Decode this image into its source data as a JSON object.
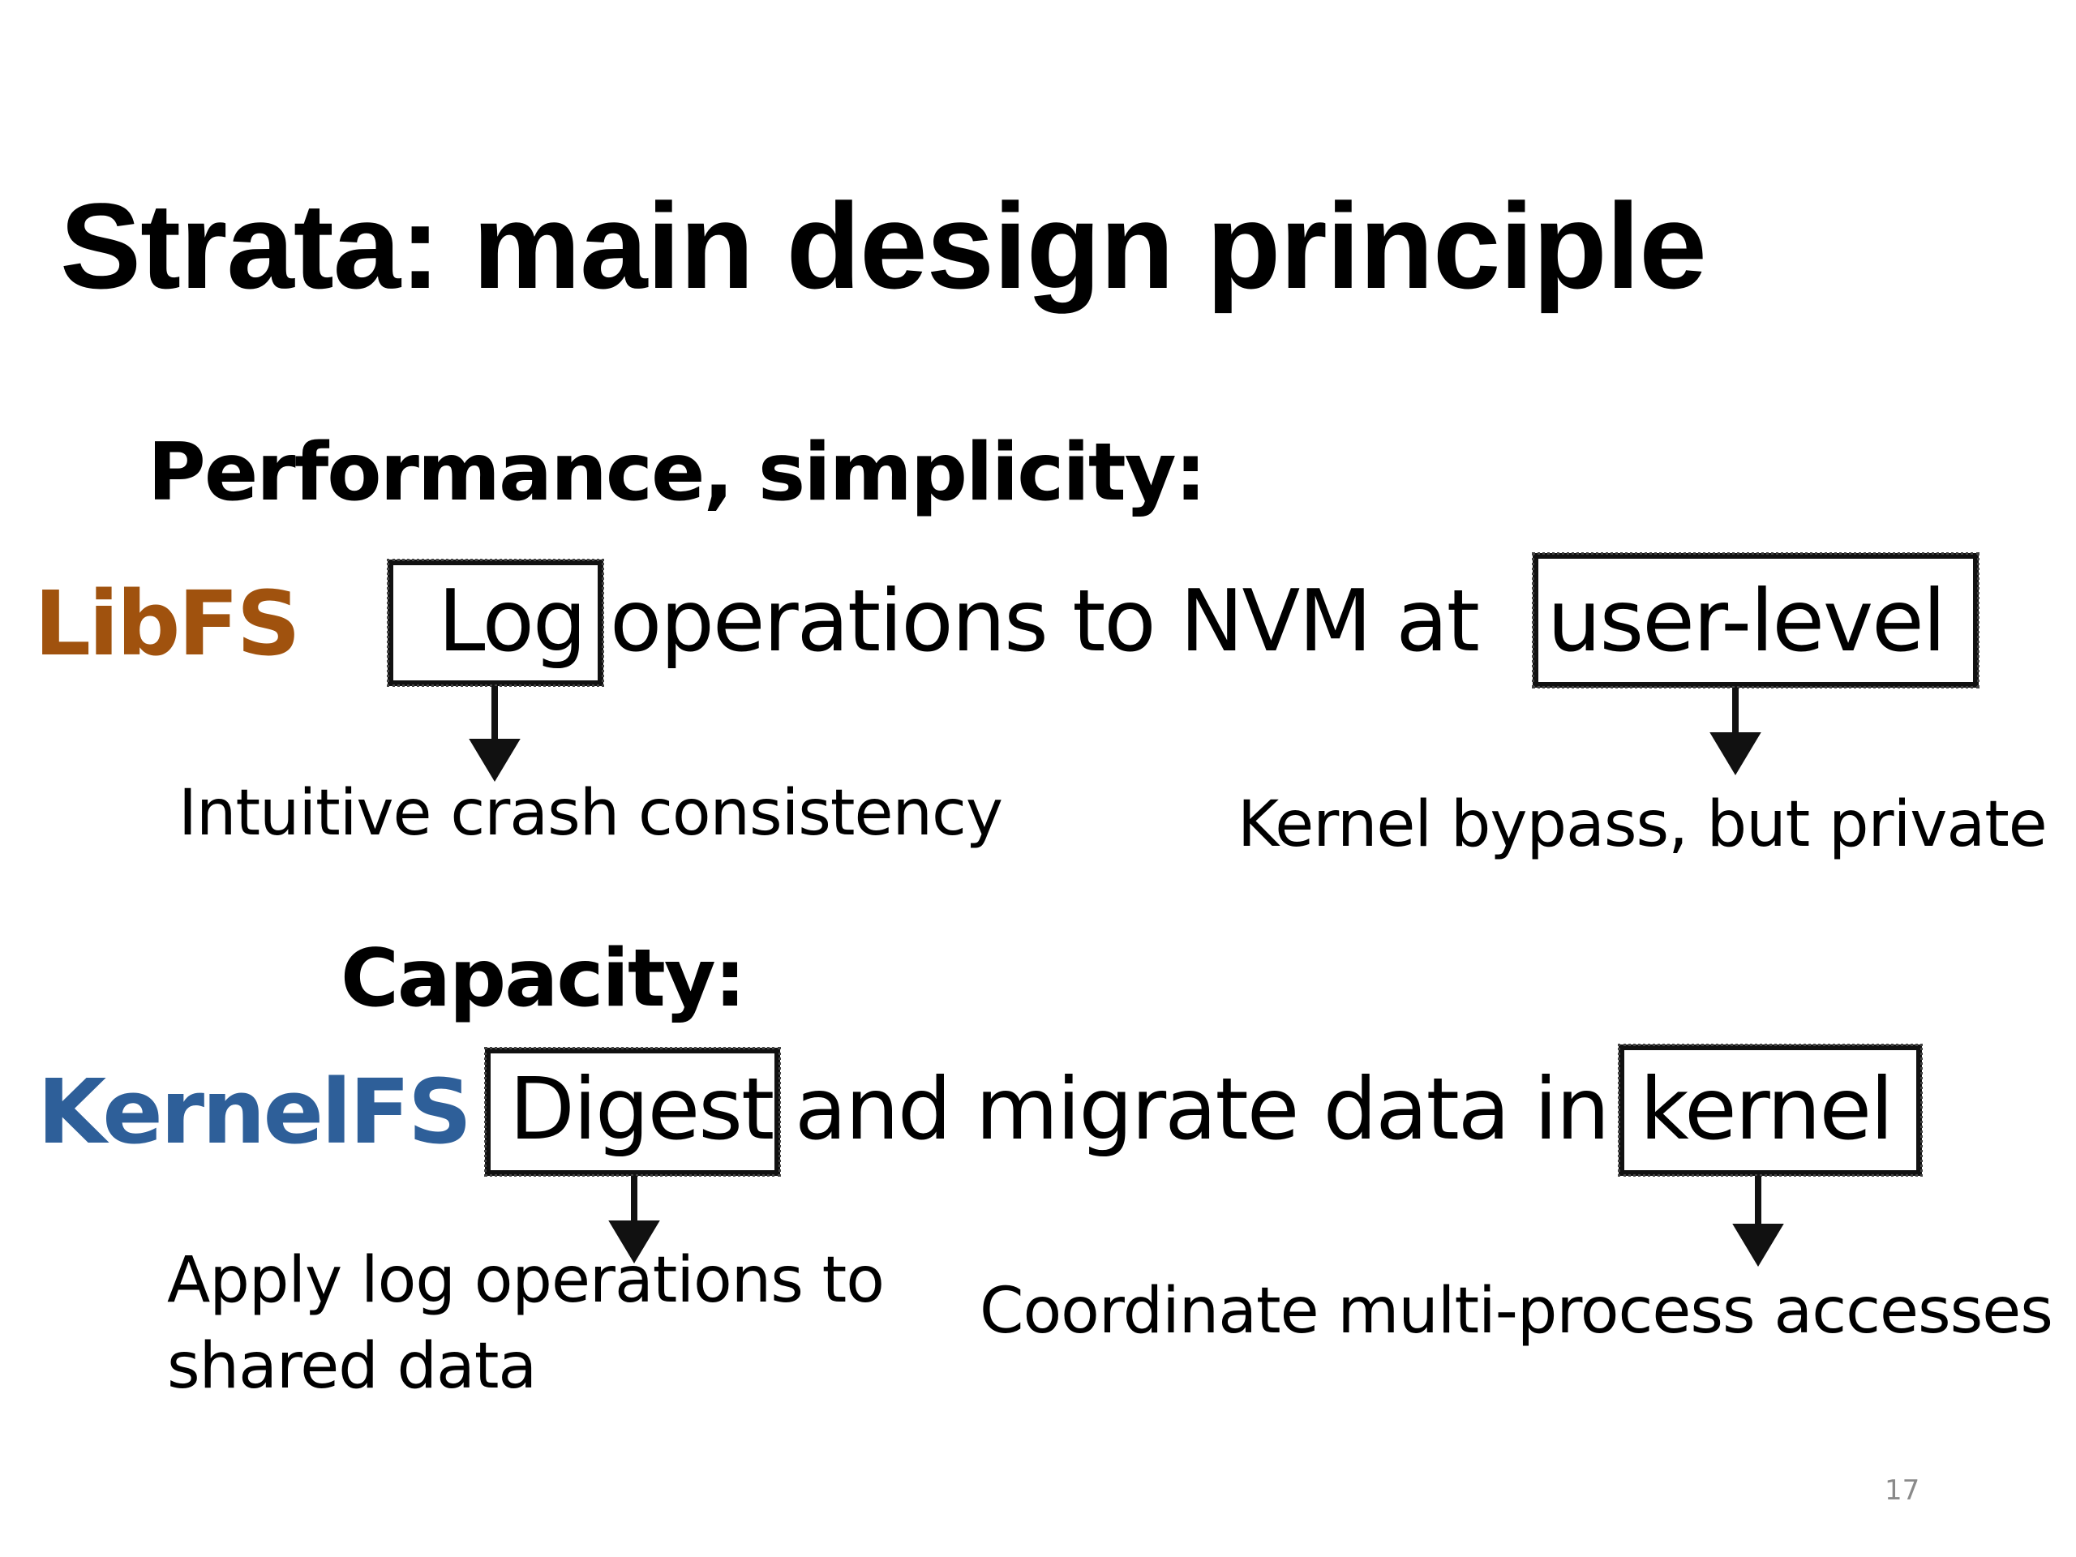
{
  "title": "Strata: main design principle",
  "libfs": {
    "heading": "Performance, simplicity:",
    "name": "LibFS",
    "name_color": "#a0520e",
    "line": {
      "w1": "Log",
      "mid": "operations to NVM at",
      "w2": "user-level"
    },
    "note_left": "Intuitive crash consistency",
    "note_right": "Kernel bypass, but private"
  },
  "kernelfs": {
    "heading": "Capacity:",
    "name": "KernelFS",
    "name_color": "#2e5f99",
    "line": {
      "w1": "Digest",
      "mid": "and migrate data in",
      "w2": "kernel"
    },
    "note_left": "Apply log operations to\nshared data",
    "note_right": "Coordinate multi-process accesses"
  },
  "slide_number": "17"
}
